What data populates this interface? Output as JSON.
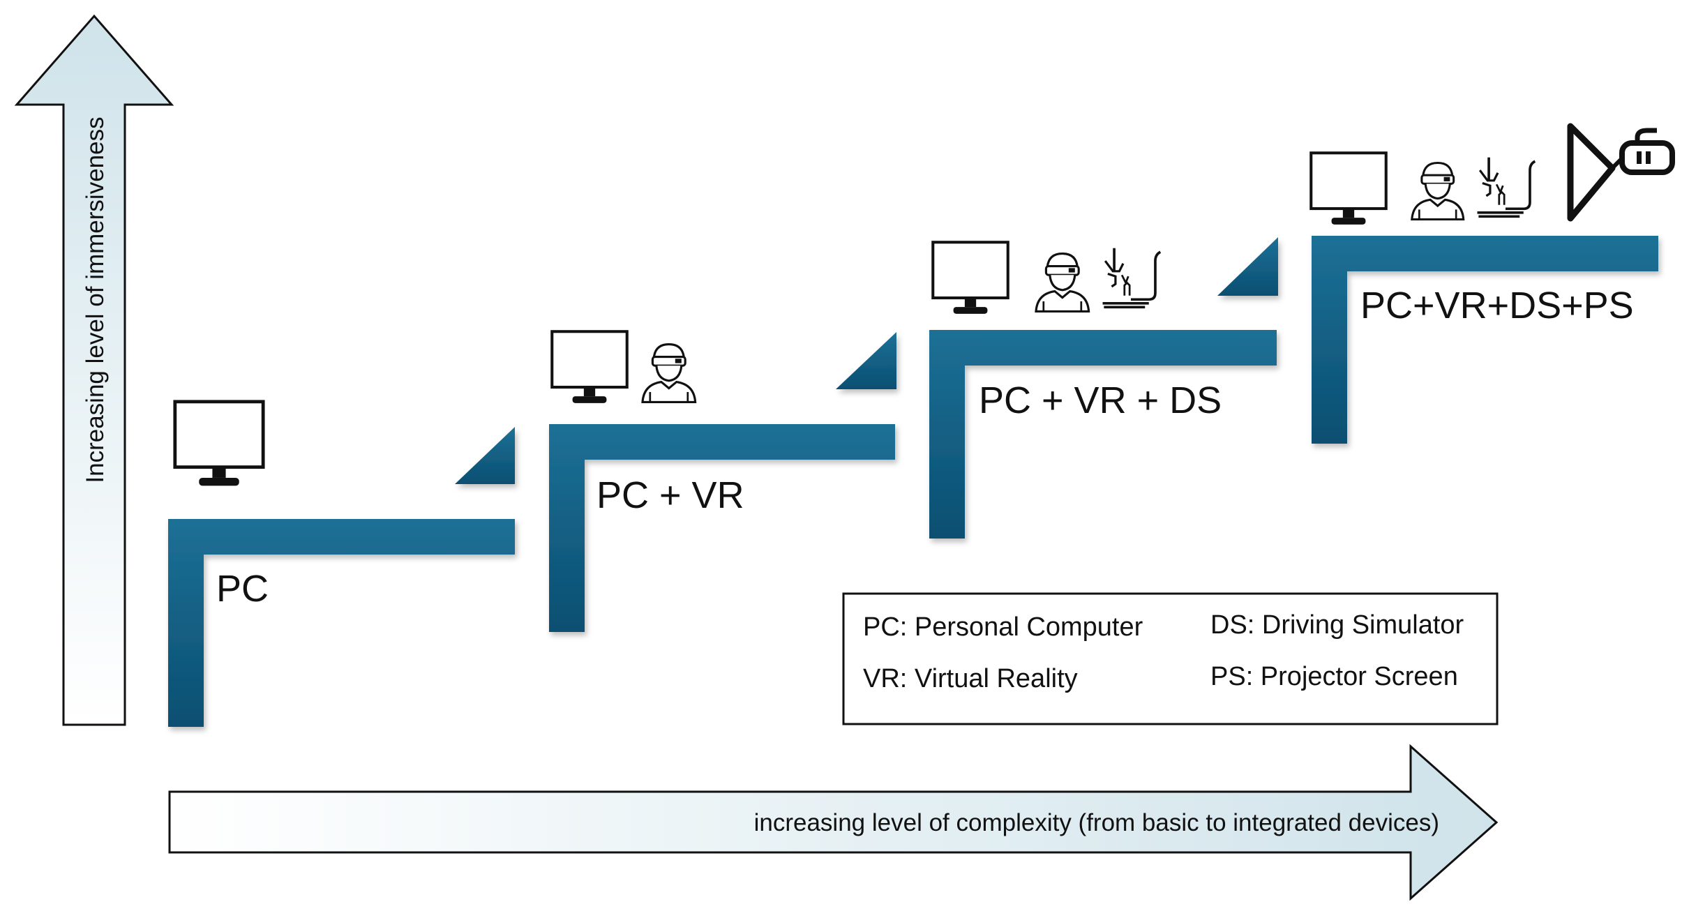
{
  "axes": {
    "vertical_label": "Increasing level of immersiveness",
    "horizontal_label": "increasing level of complexity (from basic to integrated devices)"
  },
  "steps": [
    {
      "label": "PC",
      "icons": [
        "monitor-icon"
      ]
    },
    {
      "label": "PC + VR",
      "icons": [
        "monitor-icon",
        "vr-user-icon"
      ]
    },
    {
      "label": "PC + VR + DS",
      "icons": [
        "monitor-icon",
        "vr-user-icon",
        "driving-seat-icon"
      ]
    },
    {
      "label": "PC+VR+DS+PS",
      "icons": [
        "monitor-icon",
        "vr-user-icon",
        "driving-seat-icon",
        "projector-icon"
      ]
    }
  ],
  "legend": {
    "pc": "PC: Personal Computer",
    "vr": "VR: Virtual Reality",
    "ds": "DS: Driving Simulator",
    "ps": "PS: Projector Screen"
  },
  "colors": {
    "step_top": "#1d7096",
    "step_bottom": "#0a4f72",
    "arrow_fill_light": "#cfe3ea",
    "arrow_fill_white": "#ffffff"
  }
}
